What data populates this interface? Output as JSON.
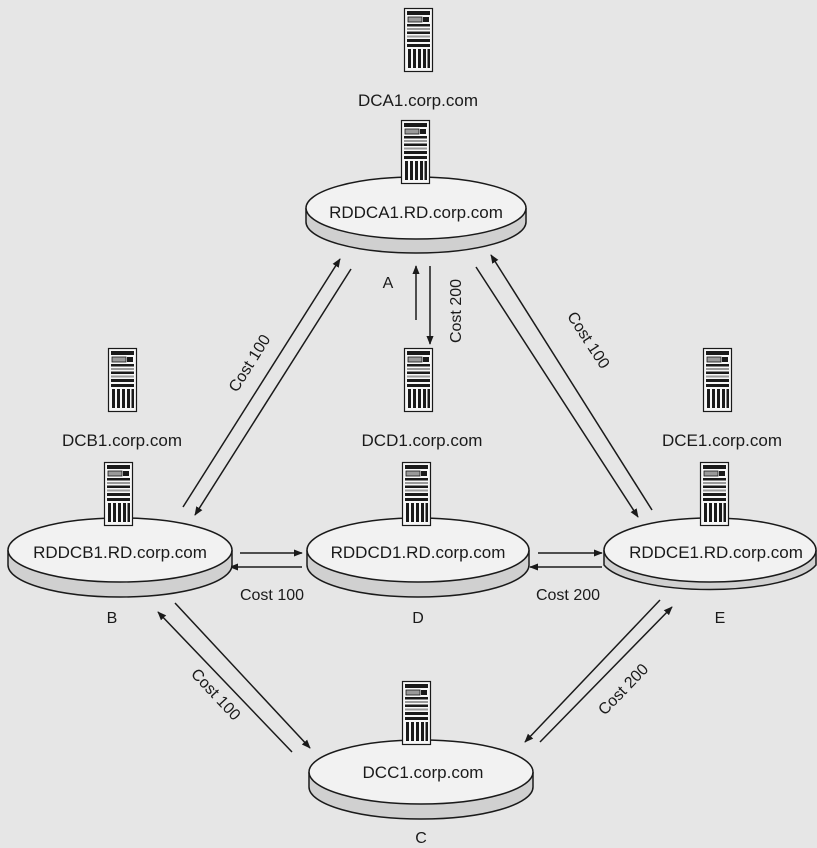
{
  "sites": {
    "A": {
      "letter": "A",
      "disk_label": "RDDCA1.RD.corp.com",
      "server_label": "DCA1.corp.com"
    },
    "B": {
      "letter": "B",
      "disk_label": "RDDCB1.RD.corp.com",
      "server_label": "DCB1.corp.com"
    },
    "C": {
      "letter": "C",
      "disk_label": "DCC1.corp.com"
    },
    "D": {
      "letter": "D",
      "disk_label": "RDDCD1.RD.corp.com",
      "server_label": "DCD1.corp.com"
    },
    "E": {
      "letter": "E",
      "disk_label": "RDDCE1.RD.corp.com",
      "server_label": "DCE1.corp.com"
    }
  },
  "links": {
    "a_b": "Cost 100",
    "a_d": "Cost 200",
    "a_e": "Cost 100",
    "b_d": "Cost 100",
    "d_e": "Cost 200",
    "b_c": "Cost 100",
    "c_e": "Cost 200"
  },
  "colors": {
    "background": "#e6e6e6",
    "disk_top": "#f2f2f2",
    "disk_side": "#d0d0d0",
    "stroke": "#1a1a1a"
  },
  "icons": {
    "server": "server-tower-icon"
  }
}
